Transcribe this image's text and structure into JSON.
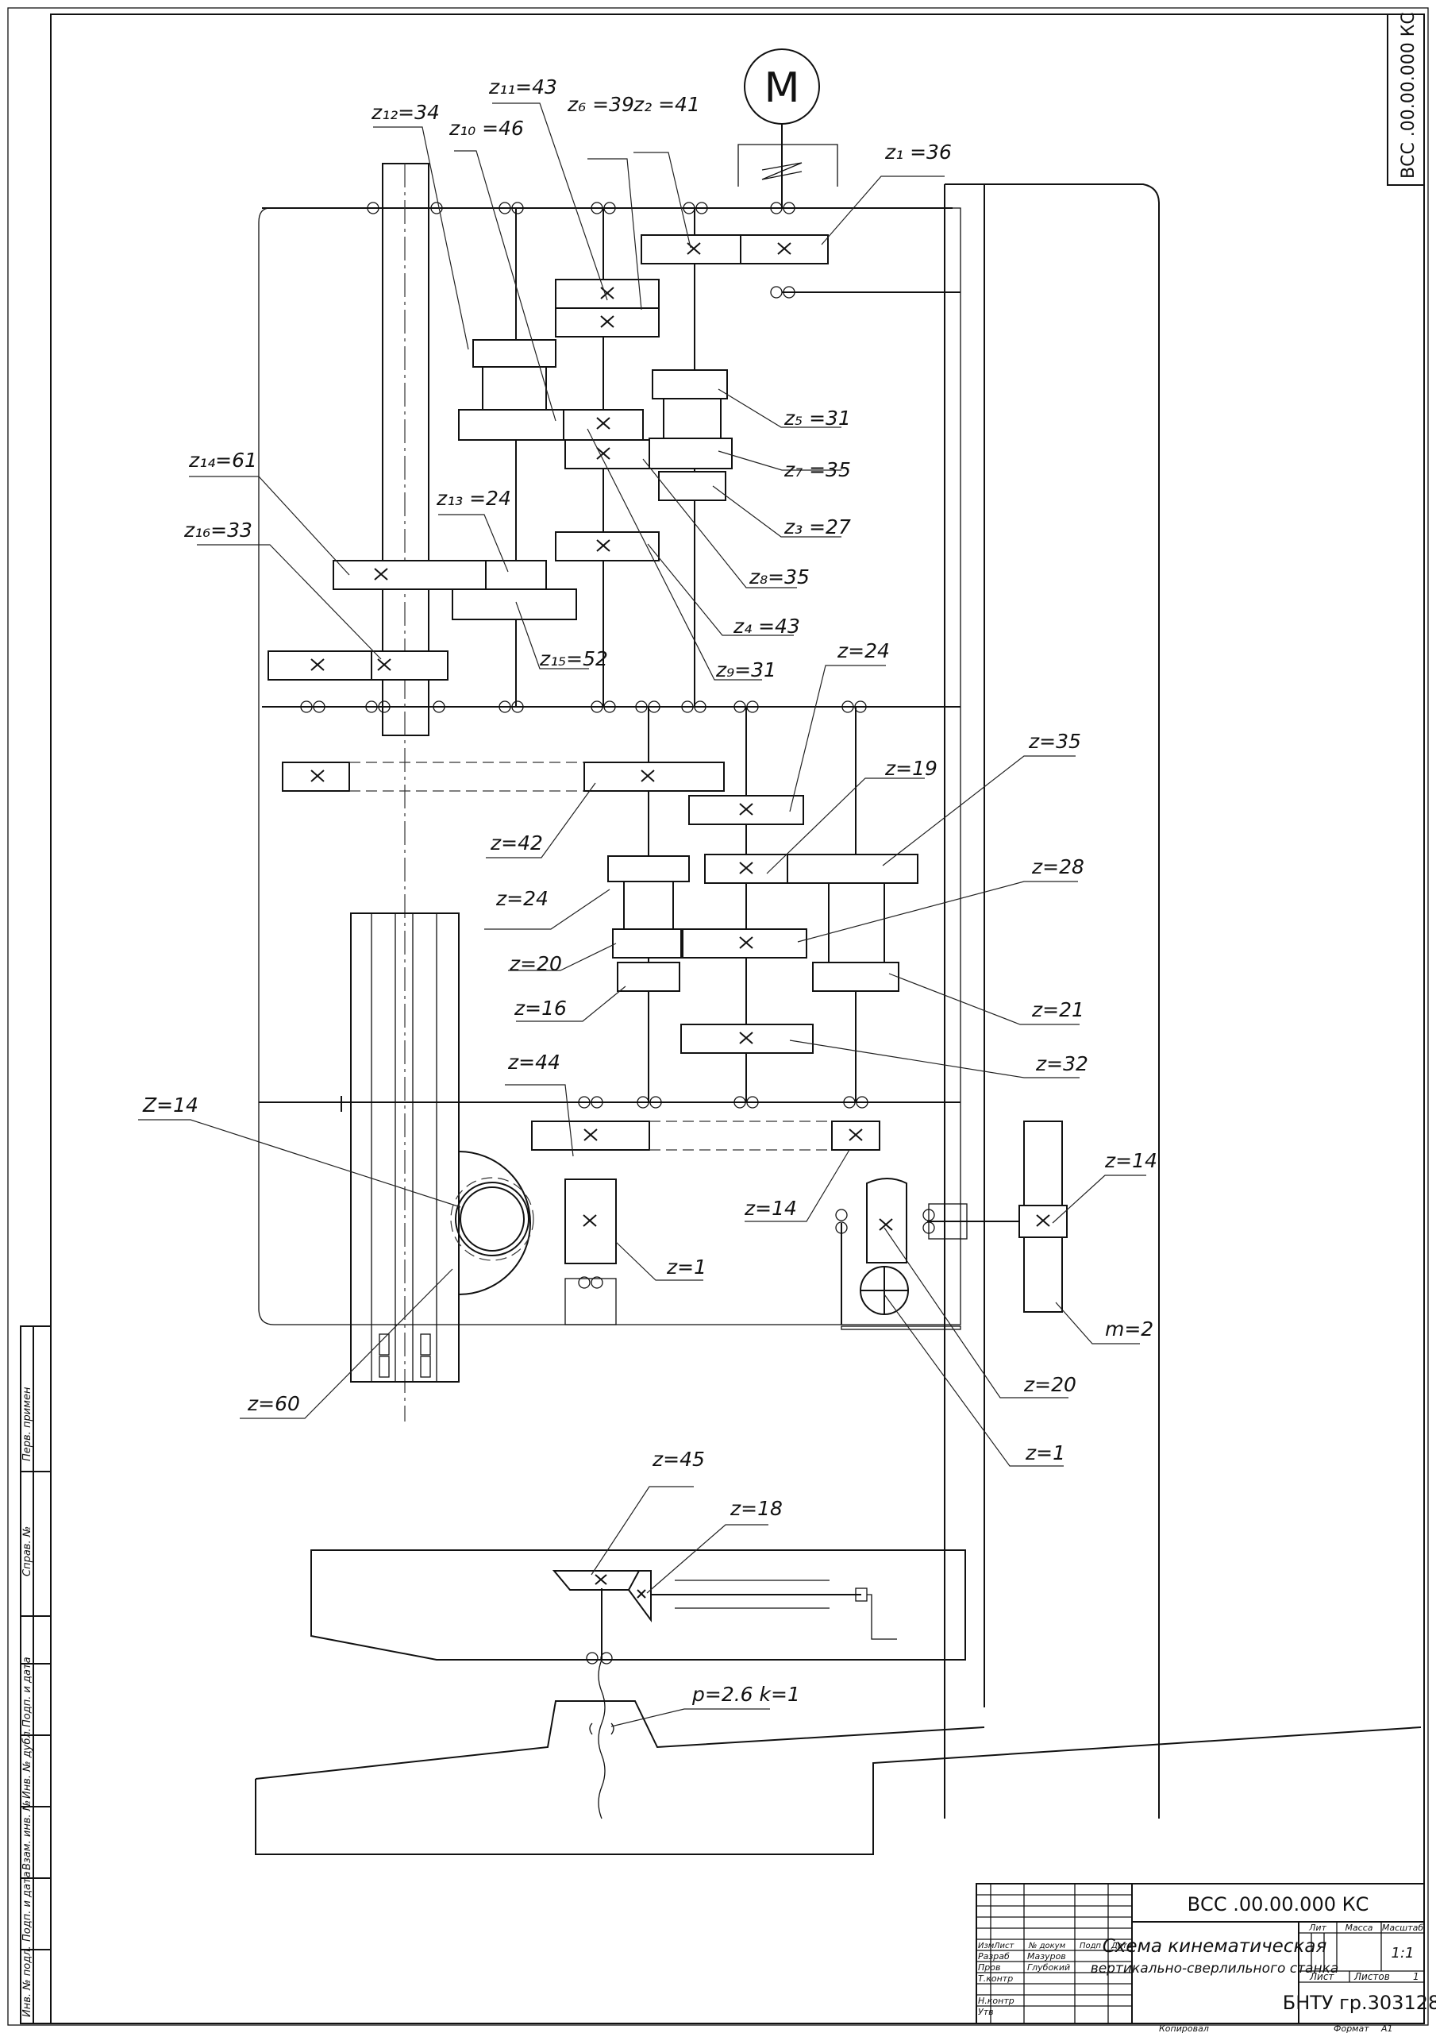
{
  "frame": {
    "code_corner": "ВСС .00.00.000 КС",
    "side_labels": [
      "Перв. примен",
      "Справ. №",
      "Подп. и дата",
      "Инв. № дубл.",
      "Взам. инв. №",
      "Подп. и дата",
      "Инв. № подл."
    ]
  },
  "diagram": {
    "motor": "M",
    "gear_labels": [
      "z₁ =36",
      "z₂ =41",
      "z₆ =39",
      "z₁₁=43",
      "z₁₀ =46",
      "z₁₂=34",
      "z₅ =31",
      "z₇ =35",
      "z₃ =27",
      "z₈=35",
      "z₄ =43",
      "z₉=31",
      "z₁₄=61",
      "z₁₆=33",
      "z₁₃ =24",
      "z₁₅=52",
      "z=24",
      "z=19",
      "z=35",
      "z=28",
      "z=42",
      "z=24",
      "z=20",
      "z=16",
      "z=21",
      "z=32",
      "z=44",
      "Z=14",
      "z=14",
      "z=14",
      "z=1",
      "z=60",
      "m=2",
      "z=20",
      "z=1",
      "z=45",
      "z=18",
      "p=2.6  k=1"
    ]
  },
  "title_block": {
    "doc_code": "ВСС .00.00.000 КС",
    "title_line1": "Схема кинематическая",
    "title_line2": "вертикально-сверлильного станка",
    "col_headers": [
      "Изм",
      "Лист",
      "№ докум",
      "Подп",
      "Дата"
    ],
    "roles": [
      "Разраб",
      "Пров",
      "Т.контр",
      "Н.контр",
      "Утв"
    ],
    "names": [
      "Мазуров",
      "Глубокий"
    ],
    "lit_label": "Лит",
    "mass_label": "Масса",
    "scale_label": "Масштаб",
    "scale_value": "1:1",
    "sheet_label": "Лист",
    "sheets_label": "Листов",
    "sheets_value": "1",
    "org": "БНТУ гр.303128",
    "copied": "Копировал",
    "format_label": "Формат",
    "format_value": "A1"
  }
}
